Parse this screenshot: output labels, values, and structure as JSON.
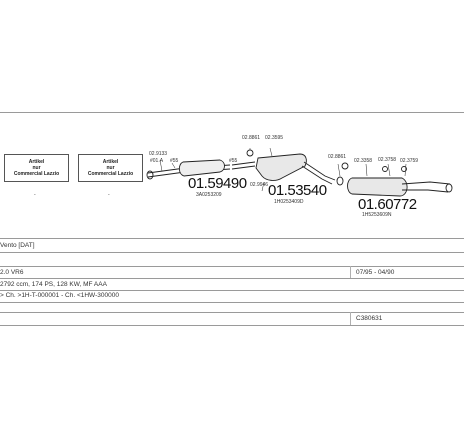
{
  "diagram": {
    "box1_lines": [
      "Artikel",
      "nur",
      "Commercial Lazzio"
    ],
    "box2_lines": [
      "Artikel",
      "nur",
      "Commercial Lazzio"
    ],
    "parts": [
      {
        "code": "02.9133",
        "ref": ""
      },
      {
        "code": "01.59490",
        "ref": "3A0253209"
      },
      {
        "code": "01.53540",
        "ref": "1H0253409D"
      },
      {
        "code": "01.60772",
        "ref": "1H5253609N"
      }
    ],
    "small_codes": {
      "c_9133": "02.9133",
      "c_55a": "#55",
      "c_55b": "#55",
      "c_9861": "02.8861",
      "c_3595": "02.3595",
      "c_9946": "02.9946",
      "c_8861b": "02.8861",
      "c_3358": "02.3358",
      "c_3758": "02.3758",
      "c_3759": "02.3759"
    },
    "ref_a": "#01.A"
  },
  "info": {
    "model": "Vento  [DAT]",
    "engine": "2.0 VR6",
    "dates": "07/95 - 04/90",
    "spec": "2792 ccm, 174 PS, 128 KW, MF AAA",
    "chassis": "> Ch. >1H-T-000001 - Ch. <1HW-300000",
    "code": "C380631"
  }
}
